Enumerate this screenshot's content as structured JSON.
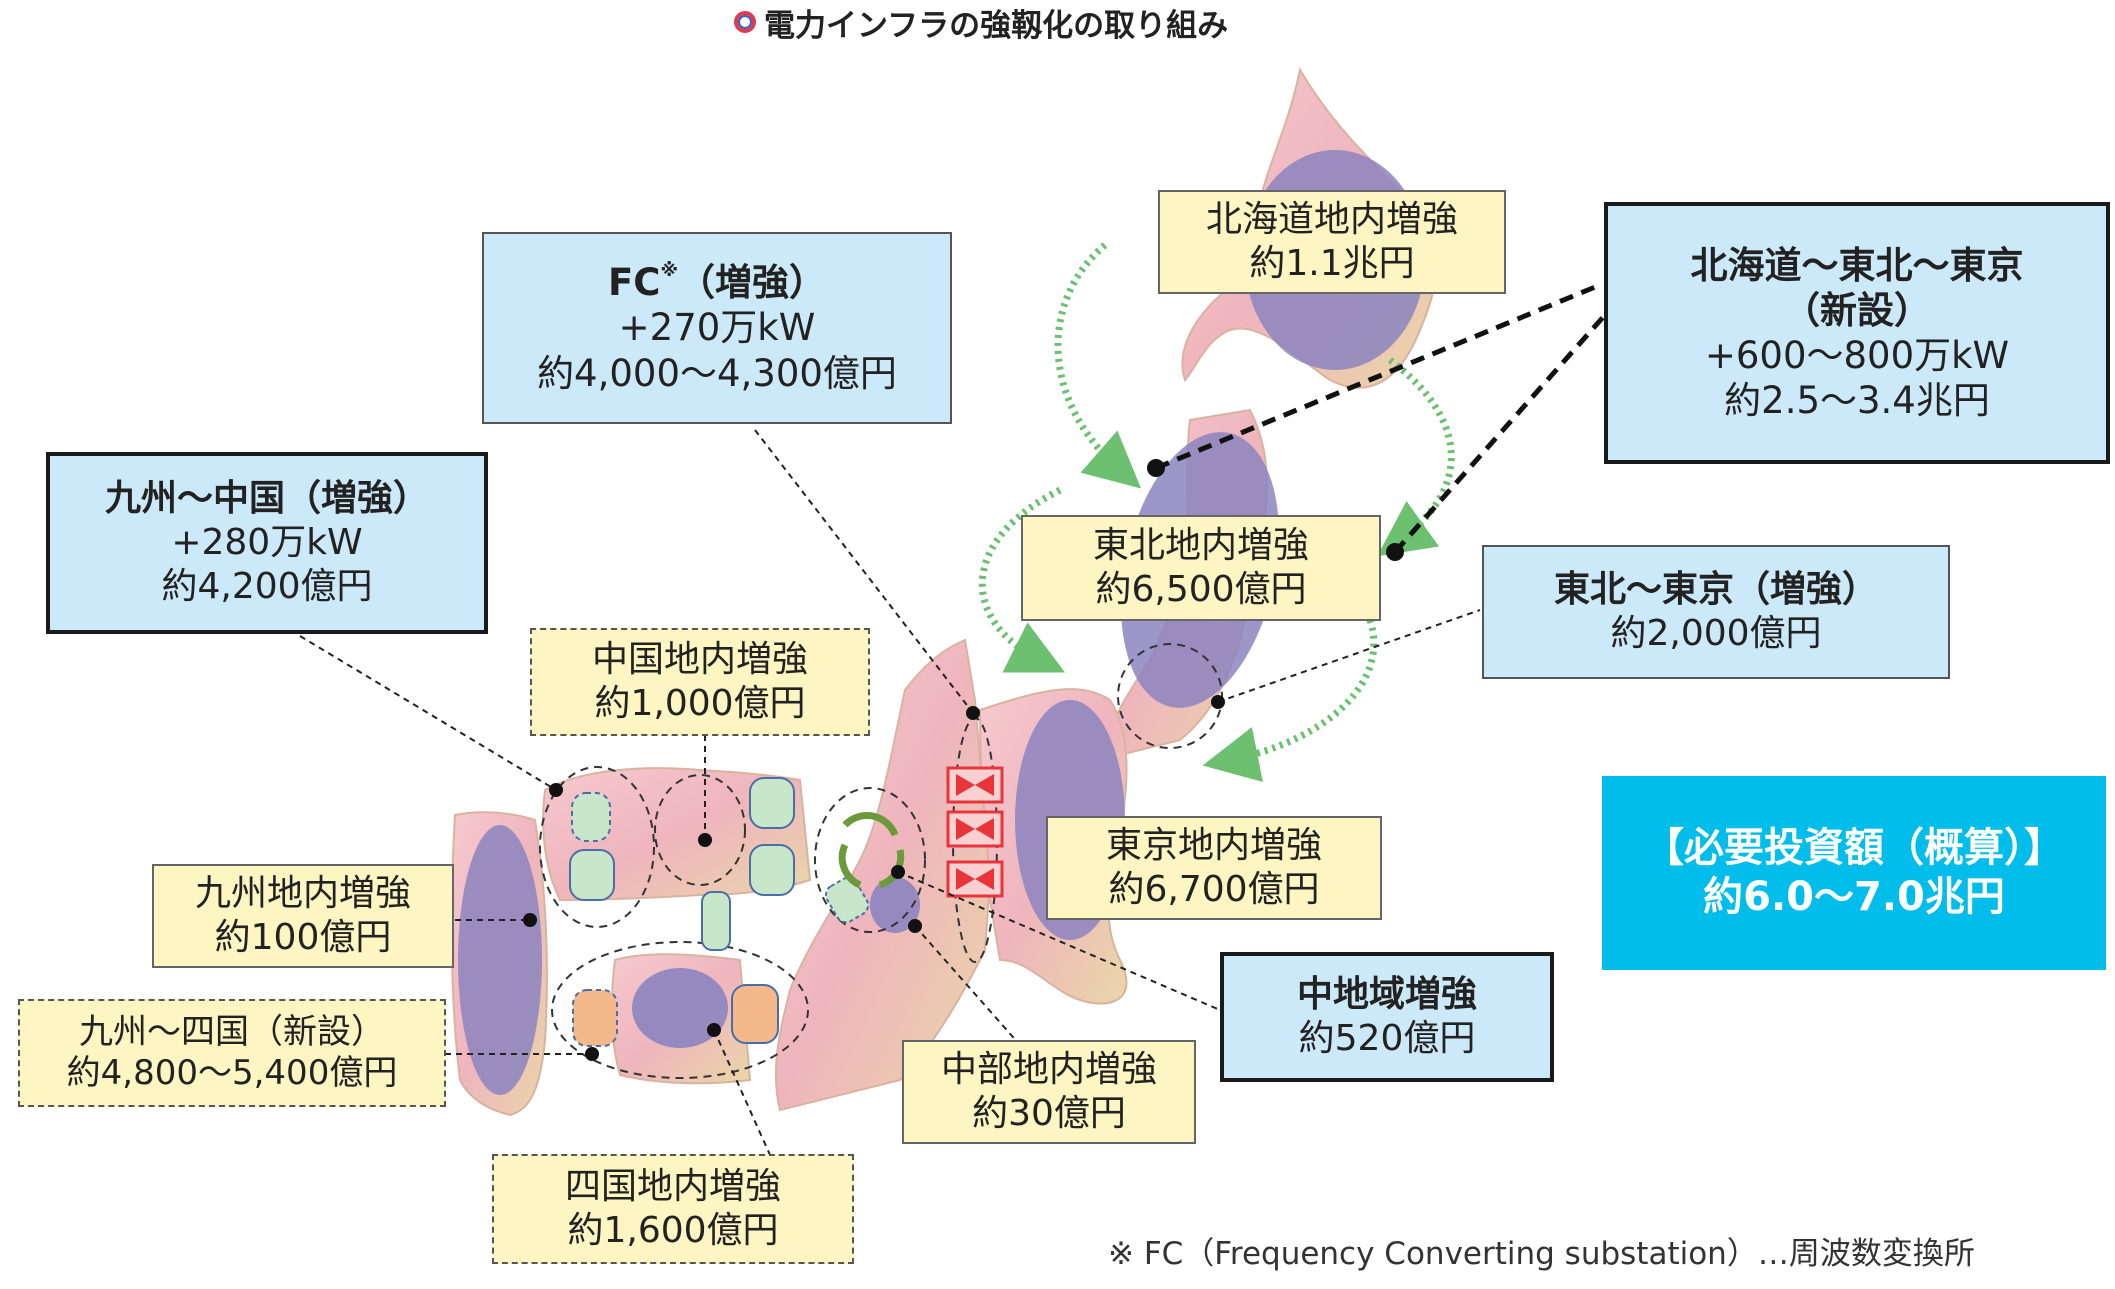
{
  "title": "電力インフラの強靱化の取り組み",
  "labels": {
    "hokkaido_internal": {
      "name": "北海道地内増強",
      "value": "約1.1兆円"
    },
    "hokkaido_tohoku_tokyo": {
      "name": "北海道～東北～東京",
      "tag": "（新設）",
      "capacity": "+600～800万kW",
      "value": "約2.5～3.4兆円"
    },
    "fc": {
      "name": "FC",
      "mark": "※",
      "tag": "（増強）",
      "capacity": "+270万kW",
      "value": "約4,000～4,300億円"
    },
    "kyushu_chugoku": {
      "name": "九州～中国（増強）",
      "capacity": "+280万kW",
      "value": "約4,200億円"
    },
    "tohoku_internal": {
      "name": "東北地内増強",
      "value": "約6,500億円"
    },
    "tohoku_tokyo": {
      "name": "東北～東京（増強）",
      "value": "約2,000億円"
    },
    "chugoku_internal": {
      "name": "中国地内増強",
      "value": "約1,000億円"
    },
    "tokyo_internal": {
      "name": "東京地内増強",
      "value": "約6,700億円"
    },
    "kyushu_internal": {
      "name": "九州地内増強",
      "value": "約100億円"
    },
    "kyushu_shikoku": {
      "name": "九州～四国（新設）",
      "value": "約4,800～5,400億円"
    },
    "chubu_internal": {
      "name": "中部地内増強",
      "value": "約30億円"
    },
    "central_region": {
      "name": "中地域増強",
      "value": "約520億円"
    },
    "shikoku_internal": {
      "name": "四国地内増強",
      "value": "約1,600億円"
    }
  },
  "total": {
    "heading": "【必要投資額（概算）】",
    "value": "約6.0～7.0兆円"
  },
  "footnote": "※ FC（Frequency Converting substation）…周波数変換所",
  "colors": {
    "blue_box": "#cce9f9",
    "yellow_box": "#fdf5c2",
    "total_box": "#00bdec",
    "arrow_green": "#5cb85c",
    "fc_red": "#e8353a"
  }
}
